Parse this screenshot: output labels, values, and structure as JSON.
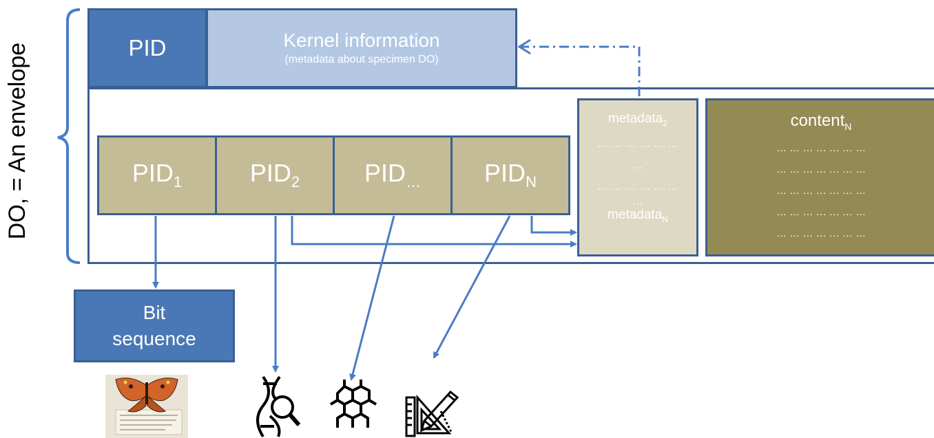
{
  "side_label": "DO, = An envelope",
  "header": {
    "pid": "PID",
    "kernel_title": "Kernel information",
    "kernel_subtitle": "(metadata about specimen DO)"
  },
  "pids": [
    {
      "base": "PID",
      "sub": "1"
    },
    {
      "base": "PID",
      "sub": "2"
    },
    {
      "base": "PID",
      "sub": "…"
    },
    {
      "base": "PID",
      "sub": "N"
    }
  ],
  "metadata": {
    "title_base": "metadata",
    "title_sub": "2",
    "line1": "… … … … … …",
    "line2": "…",
    "line3": "… … … … … …",
    "line4": "…",
    "footer_base": "metadata",
    "footer_sub": "N"
  },
  "content": {
    "title_base": "content",
    "title_sub": "N",
    "lines": [
      "… … … … … … …",
      "… … … … … … …",
      "… … … … … … …",
      "… … … … … … …",
      "… … … … … … …"
    ]
  },
  "bit_sequence": {
    "line1": "Bit",
    "line2": "sequence"
  },
  "icons": [
    "butterfly-specimen-image",
    "dna-search-icon",
    "molecule-icon",
    "ruler-measure-icon"
  ],
  "colors": {
    "pid_blue": "#4a78b6",
    "kernel_light_blue": "#b4c8e4",
    "border_blue": "#3a5f92",
    "pid_tan": "#c4bc96",
    "metadata_beige": "#ddd9c3",
    "content_olive": "#948a54",
    "arrow_blue": "#4a7cc4"
  }
}
